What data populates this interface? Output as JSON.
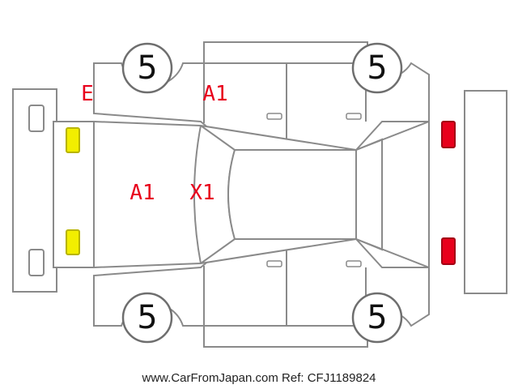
{
  "colors": {
    "damage_mark": "#e8001c",
    "front_lamp": "#f2ee00",
    "rear_lamp": "#e8001c",
    "outline": "#8a8a8a"
  },
  "wheels": {
    "front_left": "5",
    "rear_left": "5",
    "front_right": "5",
    "rear_right": "5"
  },
  "marks": {
    "front_left_fender": "E",
    "left_front_door": "A1",
    "hood": "A1",
    "windshield": "X1"
  },
  "watermark": "www.CarFromJapan.com Ref: CFJ1189824"
}
